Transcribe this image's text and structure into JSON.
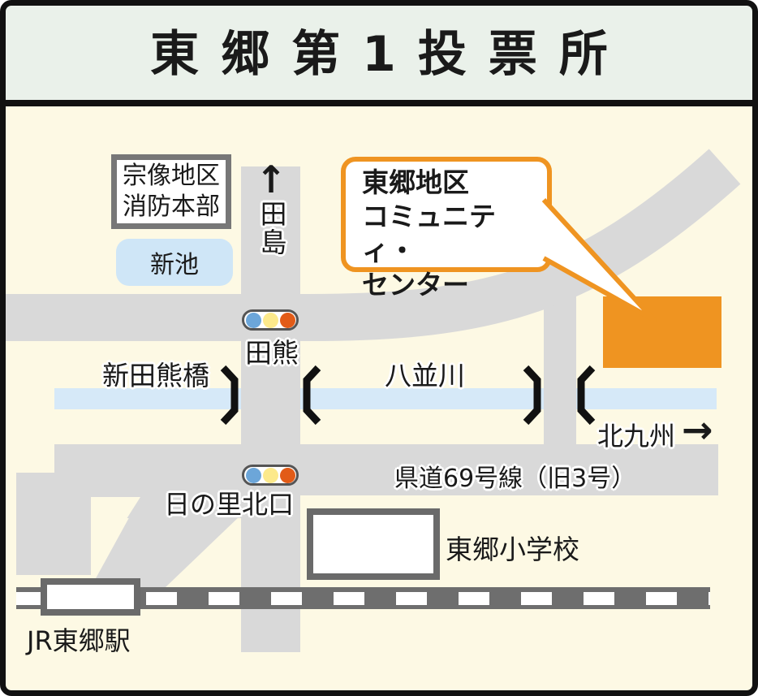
{
  "title": "東郷第1投票所",
  "callout": {
    "line1": "東郷地区",
    "line2": "コミュニティ・",
    "line3": "センター"
  },
  "labels": {
    "fire_hq_line1": "宗像地区",
    "fire_hq_line2": "消防本部",
    "pond": "新池",
    "direction_up_arrow": "↑",
    "direction_up": "田島",
    "signal_takuma": "田熊",
    "bridge": "新田熊橋",
    "river": "八並川",
    "direction_east": "北九州",
    "direction_east_arrow": "→",
    "signal_hinosato": "日の里北口",
    "route": "県道69号線（旧3号）",
    "school": "東郷小学校",
    "station": "JR東郷駅"
  },
  "colors": {
    "accent_orange": "#ef9421",
    "road_gray": "#d9d9d9",
    "river_blue": "#d6e9f8",
    "pond_blue": "#cfe6f7",
    "railway_gray": "#6e6e6e",
    "map_bg": "#fdf9e4",
    "title_bg": "#eaf1ea",
    "frame_black": "#111111",
    "signal_blue": "#6ca6d9",
    "signal_yellow": "#fce98b",
    "signal_red": "#e25b17"
  }
}
